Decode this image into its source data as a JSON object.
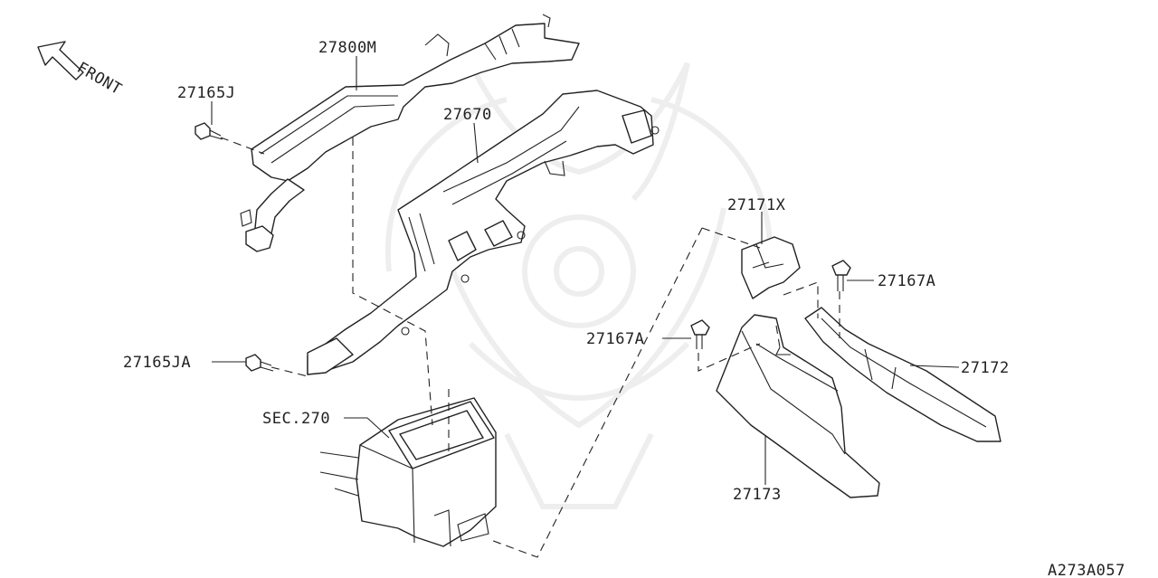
{
  "diagram": {
    "front_label": "FRONT",
    "figure_code": "A273A057",
    "parts": {
      "p27800M": "27800M",
      "p27165J": "27165J",
      "p27670": "27670",
      "p27165JA": "27165JA",
      "sec270": "SEC.270",
      "p27171X": "27171X",
      "p27167A_right": "27167A",
      "p27167A_left": "27167A",
      "p27172": "27172",
      "p27173": "27173"
    }
  }
}
